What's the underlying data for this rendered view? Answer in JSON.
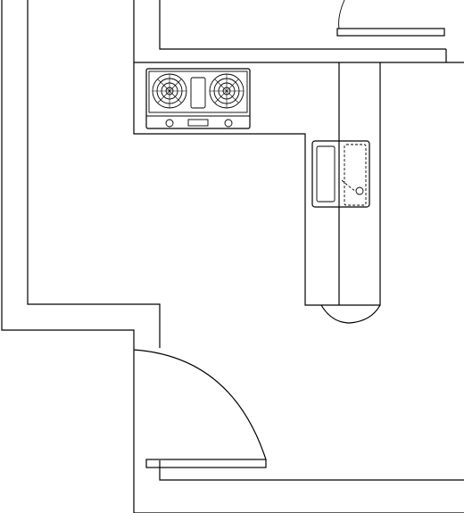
{
  "plan": {
    "elements": [
      "outer-wall",
      "inner-wall",
      "counter-top",
      "counter-peninsula",
      "gas-hob",
      "sink",
      "door-swing-bottom",
      "door-swing-top"
    ],
    "hob": {
      "burners": 2,
      "knobs": 2
    },
    "sink": {
      "basins": 1
    }
  }
}
